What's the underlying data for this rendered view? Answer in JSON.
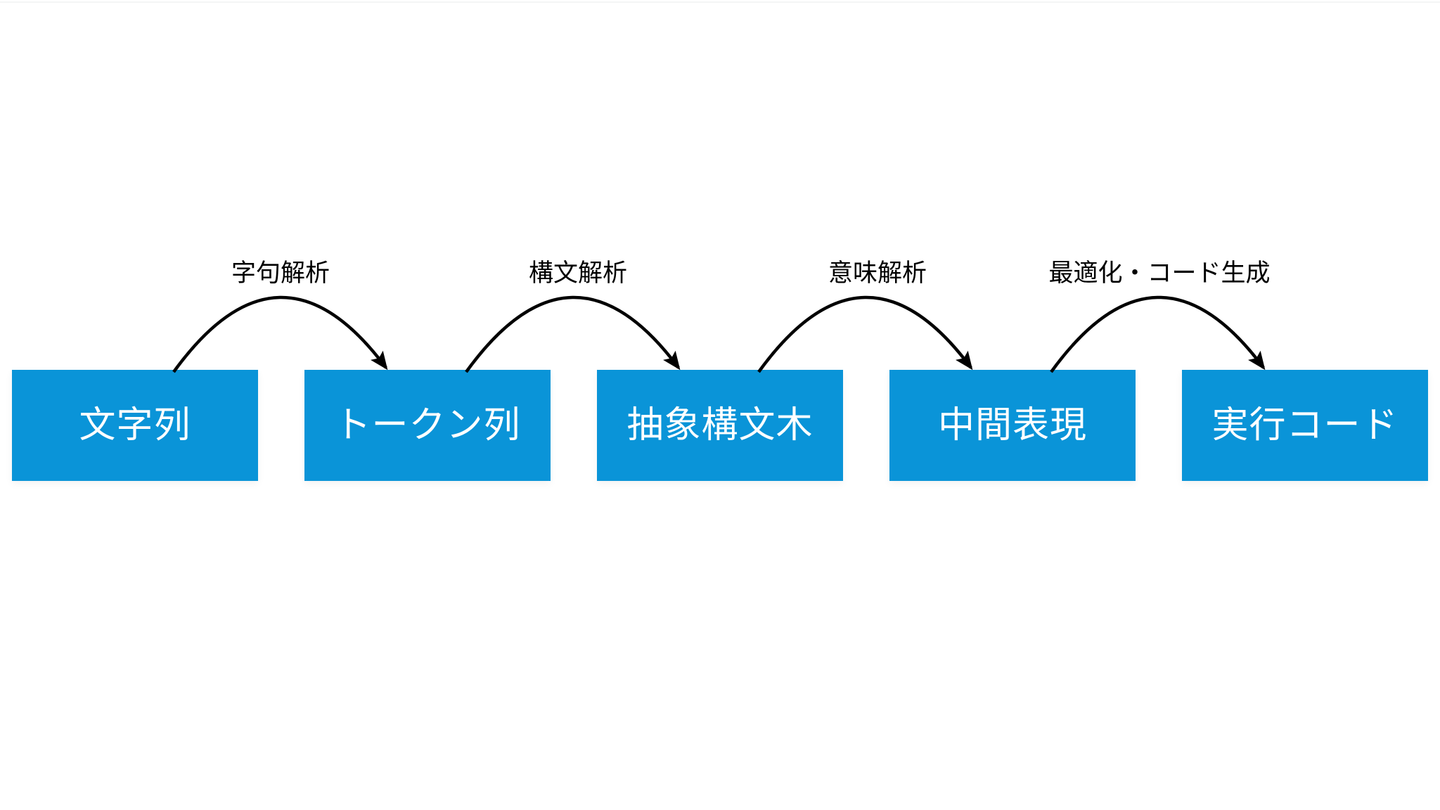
{
  "diagram": {
    "type": "flow",
    "background": "#ffffff",
    "box_color": "#0a94d8",
    "box_text_color": "#ffffff",
    "arrow_color": "#000000",
    "label_color": "#000000",
    "stages": [
      {
        "label": "文字列"
      },
      {
        "label": "トークン列"
      },
      {
        "label": "抽象構文木"
      },
      {
        "label": "中間表現"
      },
      {
        "label": "実行コード"
      }
    ],
    "transitions": [
      {
        "label": "字句解析",
        "from": "文字列",
        "to": "トークン列"
      },
      {
        "label": "構文解析",
        "from": "トークン列",
        "to": "抽象構文木"
      },
      {
        "label": "意味解析",
        "from": "抽象構文木",
        "to": "中間表現"
      },
      {
        "label": "最適化・コード生成",
        "from": "中間表現",
        "to": "実行コード"
      }
    ]
  }
}
